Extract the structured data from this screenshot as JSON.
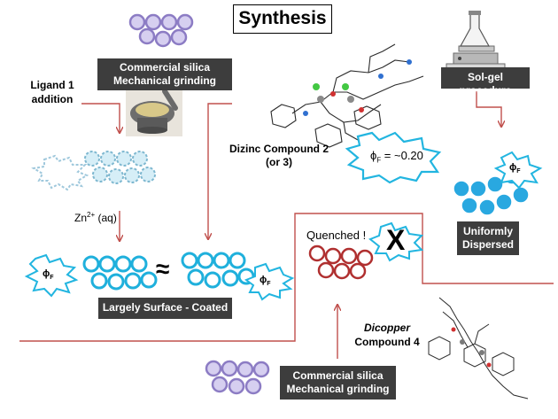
{
  "title": "Synthesis",
  "labels": {
    "commercial_silica_top": [
      "Commercial silica",
      "Mechanical grinding"
    ],
    "ligand_addition": [
      "Ligand 1",
      "addition"
    ],
    "zn_label": "Zn",
    "zn_sup": "2+",
    "zn_suffix": " (aq)",
    "approx_symbol": "≈",
    "largely_surface_coated": "Largely Surface - Coated",
    "dizinc_compound": [
      "Dizinc Compound 2",
      "(or 3)"
    ],
    "phi_value": "= ~0.20",
    "phi_symbol": "ϕ",
    "phi_sub": "F",
    "sol_gel": "Sol-gel procedure",
    "uniformly_dispersed": [
      "Uniformly",
      "Dispersed"
    ],
    "quenched": "Quenched !",
    "quench_mark": "X",
    "dicopper_compound": [
      "Dicopper",
      "Compound 4"
    ],
    "commercial_silica_bottom": [
      "Commercial silica",
      "Mechanical grinding"
    ]
  },
  "colors": {
    "arrow": "#c0504d",
    "box_fill": "#3d3d3d",
    "purple_sphere": "#9b8fc7",
    "light_blue_sphere": "#9fd6e8",
    "blue_sphere": "#29a8e0",
    "red_ring": "#b03030",
    "burst_outline": "#22b5e0"
  },
  "icons": [
    "mortar-pestle-image",
    "hotplate-flask-image",
    "dizinc-crystal-structure",
    "dicopper-crystal-structure"
  ]
}
